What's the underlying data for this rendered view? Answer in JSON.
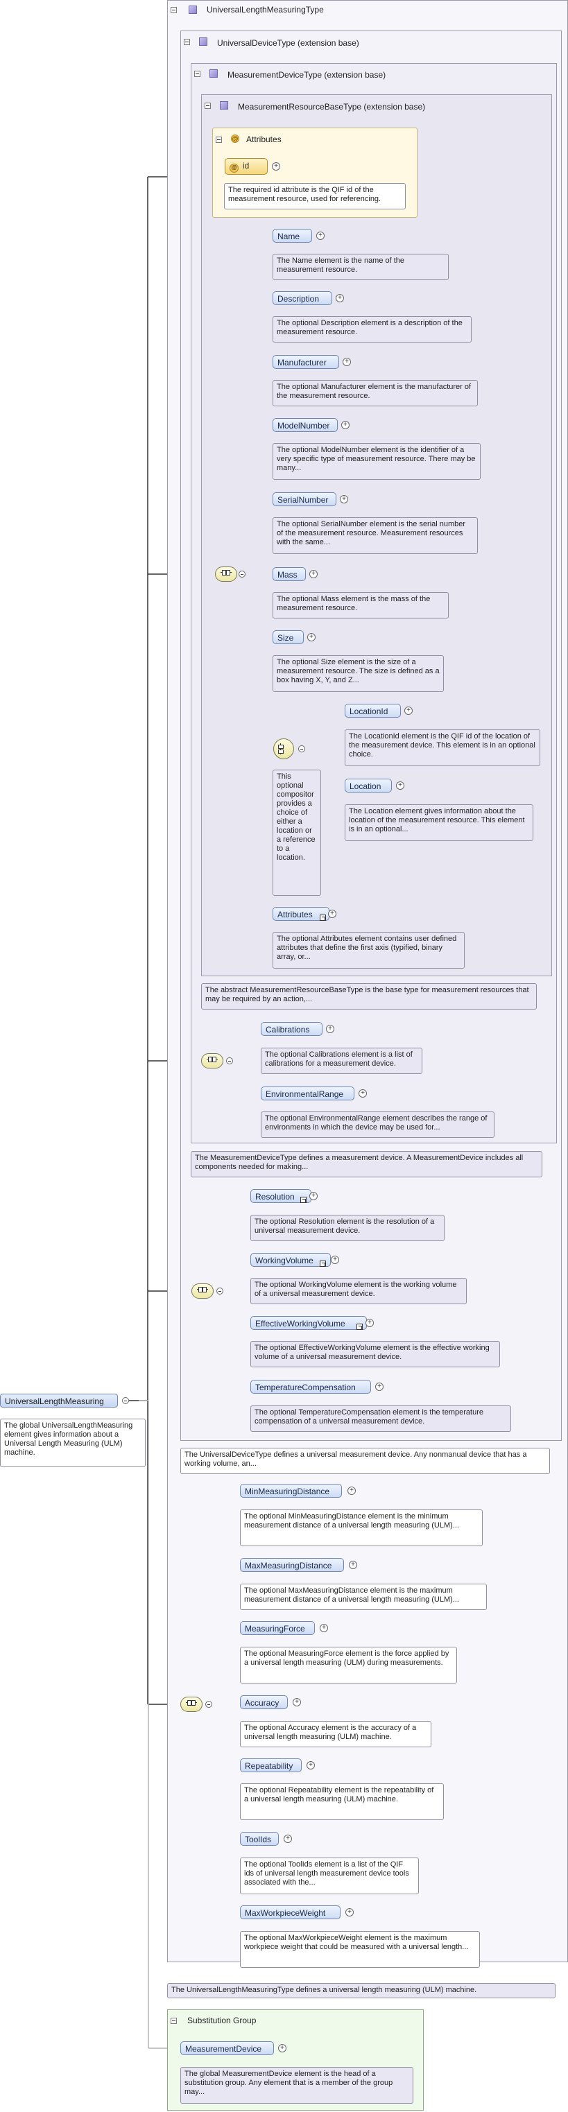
{
  "root": {
    "name": "UniversalLengthMeasuring",
    "doc": "The global UniversalLengthMeasuring element gives information about a Universal Length Measuring (ULM) machine."
  },
  "types": {
    "ulm_type": "UniversalLengthMeasuringType",
    "ulm_type_doc": "The UniversalLengthMeasuringType defines a universal length measuring (ULM) machine.",
    "universal_device": "UniversalDeviceType (extension base)",
    "universal_device_doc": "The UniversalDeviceType defines a universal measurement device. Any nonmanual device that has a working volume, an...",
    "measurement_device": "MeasurementDeviceType (extension base)",
    "measurement_device_doc": "The MeasurementDeviceType defines a measurement device. A MeasurementDevice includes all components needed for making...",
    "resource_base": "MeasurementResourceBaseType (extension base)",
    "resource_base_doc": "The abstract MeasurementResourceBaseType is the base type for measurement resources that may be required by an action,..."
  },
  "attributes": {
    "label": "Attributes",
    "id_name": "id",
    "id_doc": "The required id attribute is the QIF id of the measurement resource, used for referencing."
  },
  "resource_elements": [
    {
      "name": "Name",
      "doc": "The Name element is the name of the measurement resource."
    },
    {
      "name": "Description",
      "doc": "The optional Description element is a description of the measurement resource."
    },
    {
      "name": "Manufacturer",
      "doc": "The optional Manufacturer element is the manufacturer of the measurement resource."
    },
    {
      "name": "ModelNumber",
      "doc": "The optional ModelNumber element is the identifier of a very specific type of measurement resource. There may be many..."
    },
    {
      "name": "SerialNumber",
      "doc": "The optional SerialNumber element is the serial number of the measurement resource. Measurement resources with the same..."
    },
    {
      "name": "Mass",
      "doc": "The optional Mass element is the mass of the measurement resource."
    },
    {
      "name": "Size",
      "doc": "The optional Size element is the size of a measurement resource. The size is defined as a box having X, Y, and Z..."
    }
  ],
  "choice": {
    "doc": "This optional compositor provides a choice of either a location or a reference to a location.",
    "items": [
      {
        "name": "LocationId",
        "doc": "The LocationId element is the QIF id of the location of the measurement device. This element is in an optional choice."
      },
      {
        "name": "Location",
        "doc": "The Location element gives information about the location of the measurement resource. This element is in an optional..."
      }
    ]
  },
  "attributes_element": {
    "name": "Attributes",
    "doc": "The optional Attributes element contains user defined attributes that define the first axis (typified, binary array, or..."
  },
  "device_elements": [
    {
      "name": "Calibrations",
      "doc": "The optional Calibrations element is a list of calibrations for a measurement device."
    },
    {
      "name": "EnvironmentalRange",
      "doc": "The optional EnvironmentalRange element describes the range of environments in which the device may be used for..."
    }
  ],
  "universal_elements": [
    {
      "name": "Resolution",
      "doc": "The optional Resolution element is the resolution of a universal measurement device."
    },
    {
      "name": "WorkingVolume",
      "doc": "The optional WorkingVolume element is the working volume of a universal measurement device."
    },
    {
      "name": "EffectiveWorkingVolume",
      "doc": "The optional EffectiveWorkingVolume element is the effective working volume of a universal measurement device."
    },
    {
      "name": "TemperatureCompensation",
      "doc": "The optional TemperatureCompensation element is the temperature compensation of a universal measurement device."
    }
  ],
  "ulm_elements": [
    {
      "name": "MinMeasuringDistance",
      "doc": "The optional MinMeasuringDistance element is the minimum measurement distance of a universal length measuring (ULM)..."
    },
    {
      "name": "MaxMeasuringDistance",
      "doc": "The optional MaxMeasuringDistance element is the maximum measurement distance of a universal length measuring (ULM)..."
    },
    {
      "name": "MeasuringForce",
      "doc": "The optional MeasuringForce element is the force applied by a universal length measuring (ULM) during measurements."
    },
    {
      "name": "Accuracy",
      "doc": "The optional Accuracy element is the accuracy of a universal length measuring (ULM) machine."
    },
    {
      "name": "Repeatability",
      "doc": "The optional Repeatability element is the repeatability of a universal length measuring (ULM) machine."
    },
    {
      "name": "ToolIds",
      "doc": "The optional ToolIds element is a list of the QIF ids of universal length measurement device tools associated with the..."
    },
    {
      "name": "MaxWorkpieceWeight",
      "doc": "The optional MaxWorkpieceWeight element is the maximum workpiece weight that could be measured with a universal length..."
    }
  ],
  "substitution": {
    "label": "Substitution Group",
    "element": "MeasurementDevice",
    "doc": "The global MeasurementDevice element is the head of a substitution group. Any element that is a member of the group may..."
  }
}
